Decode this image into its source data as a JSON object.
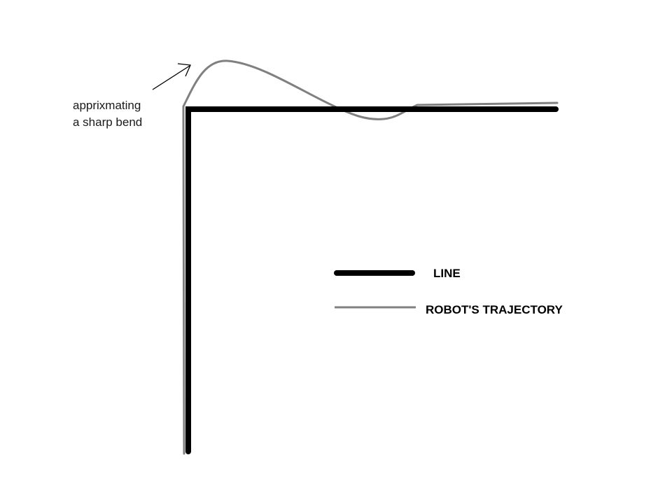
{
  "annotation": {
    "line1": "apprixmating",
    "line2": "a sharp bend"
  },
  "legend": {
    "line_label": "LINE",
    "trajectory_label": "ROBOT'S TRAJECTORY"
  },
  "colors": {
    "line": "#000000",
    "trajectory": "#808080",
    "background": "#ffffff"
  }
}
